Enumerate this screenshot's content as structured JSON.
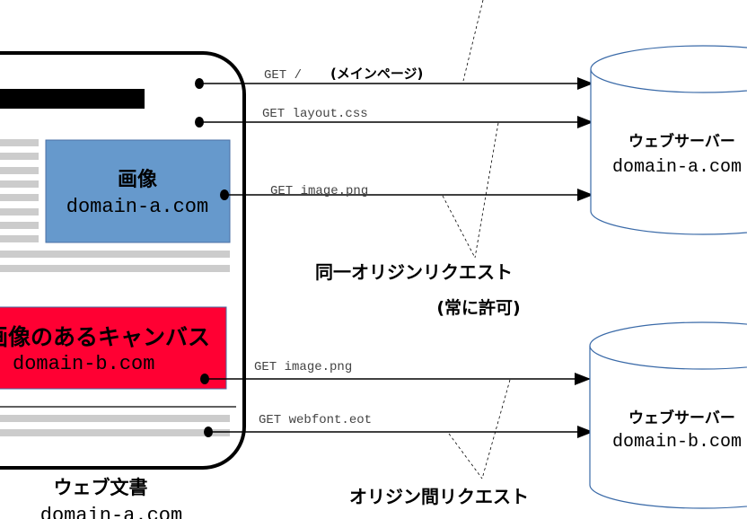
{
  "document": {
    "title": "ウェブ文書",
    "domain": "domain-a.com",
    "image": {
      "title": "画像",
      "domain": "domain-a.com",
      "color": "#6699cc"
    },
    "canvas": {
      "title": "画像のあるキャンバス",
      "domain": "domain-b.com",
      "color": "#ff0033"
    }
  },
  "requests": [
    {
      "method": "GET",
      "path": "/",
      "note": "(メインページ)"
    },
    {
      "method": "GET",
      "path": "layout.css"
    },
    {
      "method": "GET",
      "path": "image.png"
    },
    {
      "method": "GET",
      "path": "image.png"
    },
    {
      "method": "GET",
      "path": "webfont.eot"
    }
  ],
  "servers": [
    {
      "title": "ウェブサーバー",
      "domain": "domain-a.com"
    },
    {
      "title": "ウェブサーバー",
      "domain": "domain-b.com"
    }
  ],
  "labels": {
    "same_origin": "同一オリジンリクエスト",
    "same_origin_note": "(常に許可)",
    "cross_origin": "オリジン間リクエスト"
  }
}
